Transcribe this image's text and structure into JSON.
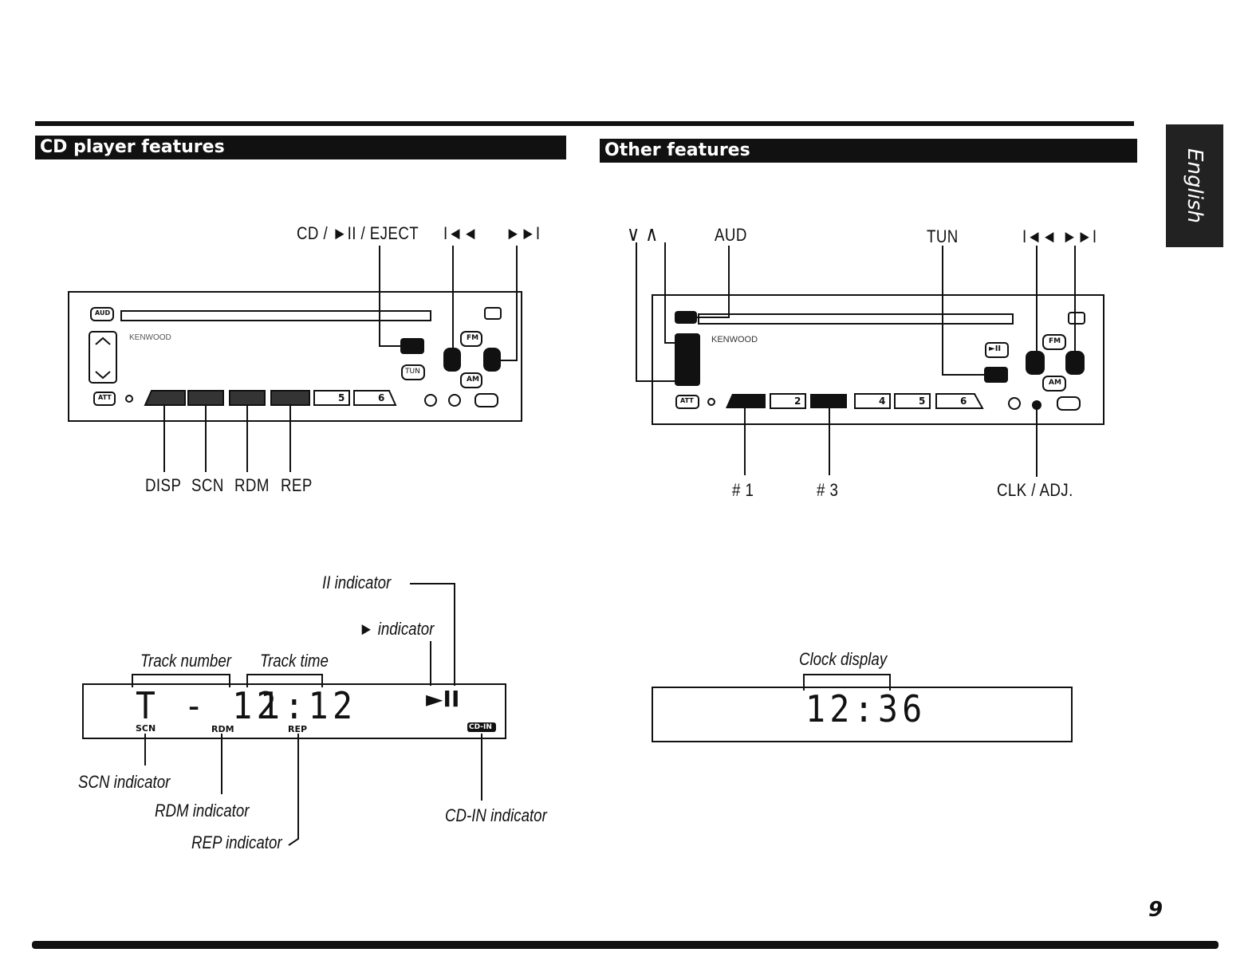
{
  "sections": {
    "cd_player_title": "CD player features",
    "other_title": "Other features"
  },
  "side_tab": "English",
  "page_number": "9",
  "cd_panel": {
    "top_labels": {
      "cd_play_eject": "CD / ►II / EJECT",
      "prev": "I◄◄",
      "next": "►►I"
    },
    "bottom_labels": {
      "disp": "DISP",
      "scn": "SCN",
      "rdm": "RDM",
      "rep": "REP"
    },
    "brand": "KENWOOD",
    "buttons": {
      "aud": "AUD",
      "att": "ATT",
      "tun": "TUN",
      "fm": "FM",
      "am": "AM",
      "preset5": "5",
      "preset6": "6"
    }
  },
  "other_panel": {
    "top_labels": {
      "down_up": "∨ ∧",
      "aud": "AUD",
      "tun": "TUN",
      "prev": "I◄◄",
      "next": "►►I"
    },
    "bottom_labels": {
      "p1": "# 1",
      "p3": "# 3",
      "clk": "CLK / ADJ."
    },
    "brand": "KENWOOD",
    "buttons": {
      "att": "ATT",
      "fm": "FM",
      "am": "AM",
      "p2": "2",
      "p4": "4",
      "p5": "5",
      "p6": "6",
      "play": "►II"
    }
  },
  "cd_display": {
    "pause_indicator": "II indicator",
    "play_indicator": "► indicator",
    "track_number": "Track number",
    "track_time": "Track time",
    "track_digits": "T - 12",
    "time_digits": "1:12",
    "play_pause_symbol": "►II",
    "scn_tag": "SCN",
    "rdm_tag": "RDM",
    "rep_tag": "REP",
    "cdin_tag": "CD-IN",
    "scn_indicator": "SCN indicator",
    "rdm_indicator": "RDM indicator",
    "rep_indicator": "REP indicator",
    "cdin_indicator": "CD-IN indicator"
  },
  "clock_display": {
    "label": "Clock display",
    "digits": "12:36"
  }
}
